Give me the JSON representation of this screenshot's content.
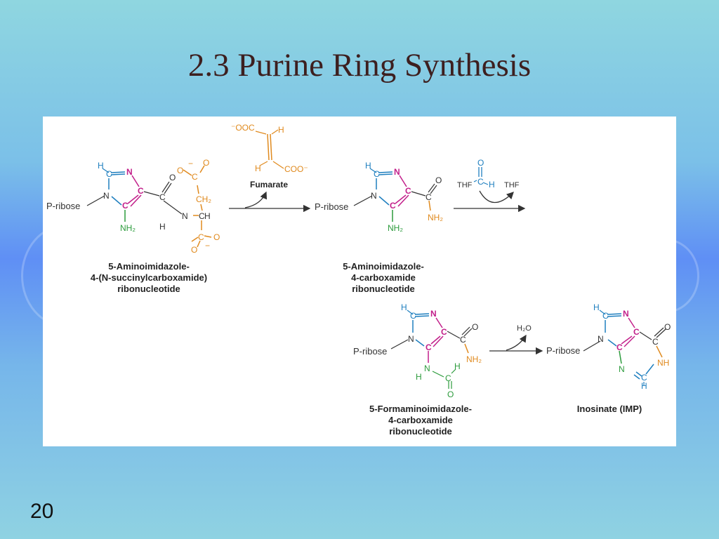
{
  "slide": {
    "title": "2.3 Purine Ring Synthesis",
    "number": "20"
  },
  "colors": {
    "blue": "#1f7fbf",
    "magenta": "#c21f8a",
    "green": "#2c9b3c",
    "orange": "#e08a1e",
    "dark": "#333333"
  },
  "reagents": {
    "fumarate_label": "Fumarate",
    "fumarate_cooh_left": "⁻OOC",
    "fumarate_coo_right": "COO⁻",
    "fumarate_H_top": "H",
    "fumarate_H_bottom": "H",
    "formyl_O": "O",
    "formyl_H": "H",
    "formyl_C": "C",
    "thf_left": "THF",
    "thf_right": "THF",
    "water": "H₂O"
  },
  "compounds": {
    "saicar": {
      "name_line1": "5-Aminoimidazole-",
      "name_line2": "4-(N-succinylcarboxamide)",
      "name_line3": "ribonucleotide",
      "p_ribose": "P-ribose"
    },
    "aicar": {
      "name_line1": "5-Aminoimidazole-",
      "name_line2": "4-carboxamide",
      "name_line3": "ribonucleotide",
      "p_ribose": "P-ribose"
    },
    "faicar": {
      "name_line1": "5-Formaminoimidazole-",
      "name_line2": "4-carboxamide",
      "name_line3": "ribonucleotide",
      "p_ribose": "P-ribose"
    },
    "imp": {
      "name": "Inosinate (IMP)",
      "p_ribose": "P-ribose"
    }
  },
  "atoms": {
    "H": "H",
    "C": "C",
    "N": "N",
    "O": "O",
    "NH": "NH",
    "NH2": "NH₂",
    "CH2": "CH₂",
    "minus": "−"
  }
}
